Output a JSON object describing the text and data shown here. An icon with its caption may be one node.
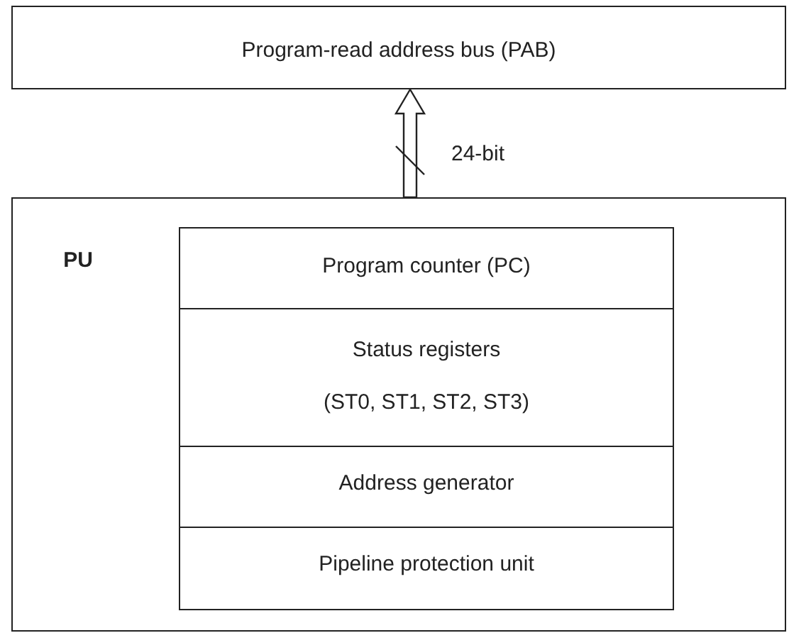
{
  "diagram": {
    "nodes": [
      {
        "text": [
          "Program-read address bus (PAB)"
        ]
      },
      {
        "text": [
          "PU"
        ]
      },
      {
        "text": [
          "Program counter (PC)"
        ],
        "in": 1
      },
      {
        "text": [
          "Status registers",
          "(ST0, ST1, ST2, ST3)"
        ],
        "in": 1
      },
      {
        "text": [
          "Address generator"
        ],
        "in": 1
      },
      {
        "text": [
          "Pipeline protection unit"
        ],
        "in": 1
      }
    ],
    "edges": [
      {
        "from": 1,
        "to": 0,
        "arrow": "to",
        "label": "24-bit"
      }
    ]
  }
}
